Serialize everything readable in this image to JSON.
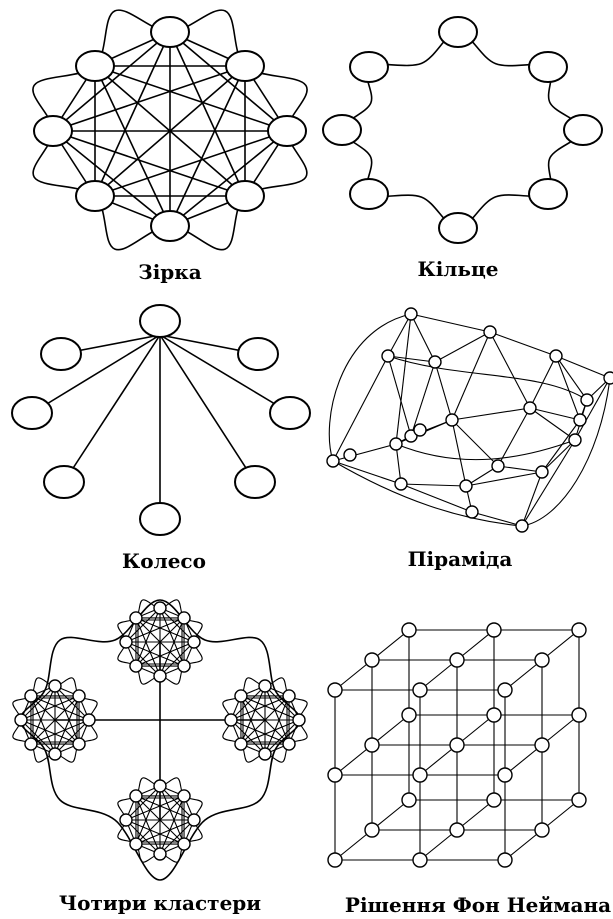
{
  "diagrams": [
    {
      "key": "star",
      "caption": "Зірка"
    },
    {
      "key": "ring",
      "caption": "Кільце"
    },
    {
      "key": "wheel",
      "caption": "Колесо"
    },
    {
      "key": "pyramid",
      "caption": "Піраміда"
    },
    {
      "key": "clusters",
      "caption": "Чотири кластери"
    },
    {
      "key": "neumann",
      "caption": "Рішення Фон Неймана"
    }
  ]
}
